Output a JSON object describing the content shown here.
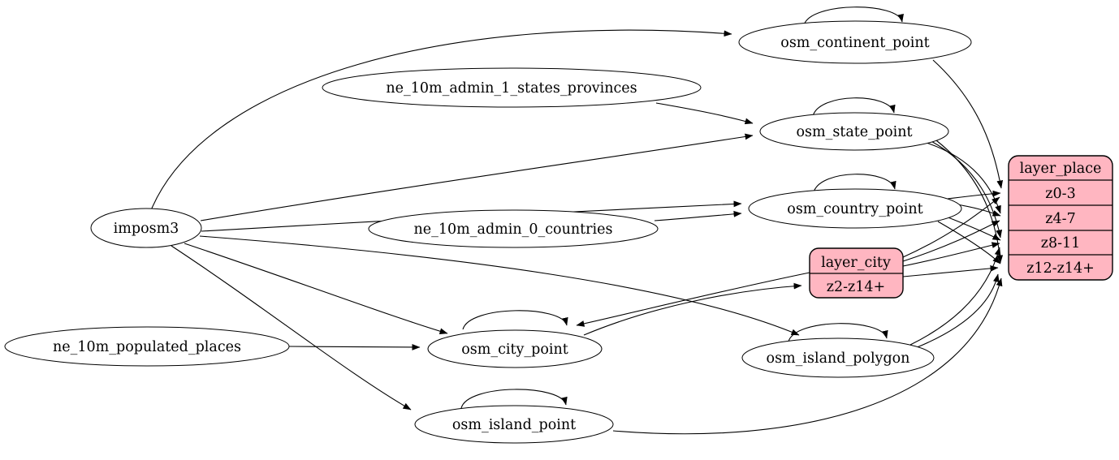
{
  "diagram": {
    "kind": "etl-graph",
    "colors": {
      "background": "#ffffff",
      "node_fill": "#ffffff",
      "record_fill": "#FFB6C1",
      "stroke": "#000000",
      "text": "#000000"
    },
    "nodes": {
      "imposm3": {
        "label": "imposm3"
      },
      "ne_10m_admin_1_states_provinces": {
        "label": "ne_10m_admin_1_states_provinces"
      },
      "ne_10m_admin_0_countries": {
        "label": "ne_10m_admin_0_countries"
      },
      "ne_10m_populated_places": {
        "label": "ne_10m_populated_places"
      },
      "osm_continent_point": {
        "label": "osm_continent_point"
      },
      "osm_state_point": {
        "label": "osm_state_point"
      },
      "osm_country_point": {
        "label": "osm_country_point"
      },
      "osm_city_point": {
        "label": "osm_city_point"
      },
      "osm_island_polygon": {
        "label": "osm_island_polygon"
      },
      "osm_island_point": {
        "label": "osm_island_point"
      }
    },
    "records": {
      "layer_city": {
        "title": "layer_city",
        "rows": [
          "z2-z14+"
        ]
      },
      "layer_place": {
        "title": "layer_place",
        "rows": [
          "z0-3",
          "z4-7",
          "z8-11",
          "z12-z14+"
        ]
      }
    },
    "edges": [
      {
        "from": "imposm3",
        "to": "osm_continent_point"
      },
      {
        "from": "imposm3",
        "to": "osm_state_point"
      },
      {
        "from": "imposm3",
        "to": "osm_country_point"
      },
      {
        "from": "imposm3",
        "to": "osm_city_point"
      },
      {
        "from": "imposm3",
        "to": "osm_island_polygon"
      },
      {
        "from": "imposm3",
        "to": "osm_island_point"
      },
      {
        "from": "ne_10m_admin_1_states_provinces",
        "to": "osm_state_point"
      },
      {
        "from": "ne_10m_admin_0_countries",
        "to": "osm_country_point"
      },
      {
        "from": "ne_10m_populated_places",
        "to": "osm_city_point"
      },
      {
        "from": "osm_continent_point",
        "to": "osm_continent_point"
      },
      {
        "from": "osm_state_point",
        "to": "osm_state_point"
      },
      {
        "from": "osm_country_point",
        "to": "osm_country_point"
      },
      {
        "from": "osm_city_point",
        "to": "osm_city_point"
      },
      {
        "from": "osm_island_polygon",
        "to": "osm_island_polygon"
      },
      {
        "from": "osm_island_point",
        "to": "osm_island_point"
      },
      {
        "from": "osm_city_point",
        "to": "layer_city:z2-z14+"
      },
      {
        "from": "layer_city",
        "to": "osm_city_point"
      },
      {
        "from": "osm_continent_point",
        "to": "layer_place:z0-3"
      },
      {
        "from": "osm_state_point",
        "to": "layer_place:z4-7"
      },
      {
        "from": "osm_state_point",
        "to": "layer_place:z8-11"
      },
      {
        "from": "osm_state_point",
        "to": "layer_place:z12-z14+"
      },
      {
        "from": "osm_country_point",
        "to": "layer_place:z0-3"
      },
      {
        "from": "osm_country_point",
        "to": "layer_place:z4-7"
      },
      {
        "from": "osm_country_point",
        "to": "layer_place:z8-11"
      },
      {
        "from": "osm_country_point",
        "to": "layer_place:z12-z14+"
      },
      {
        "from": "layer_city",
        "to": "layer_place:z0-3"
      },
      {
        "from": "layer_city",
        "to": "layer_place:z4-7"
      },
      {
        "from": "layer_city",
        "to": "layer_place:z8-11"
      },
      {
        "from": "layer_city",
        "to": "layer_place:z12-z14+"
      },
      {
        "from": "osm_island_polygon",
        "to": "layer_place:z8-11"
      },
      {
        "from": "osm_island_polygon",
        "to": "layer_place:z12-z14+"
      },
      {
        "from": "osm_island_point",
        "to": "layer_place:z12-z14+"
      }
    ]
  }
}
